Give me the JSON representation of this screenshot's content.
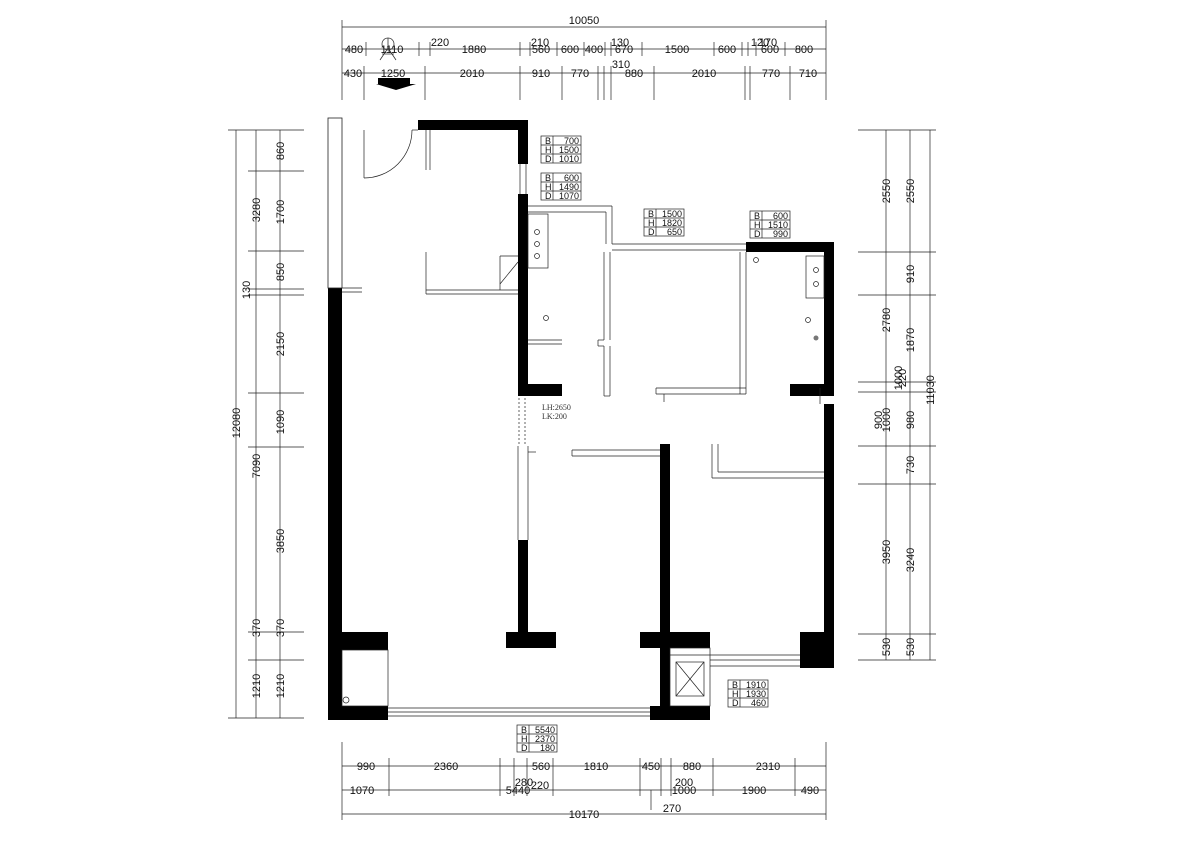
{
  "dimensions": {
    "top_total": "10050",
    "top_row1": [
      "480",
      "1110",
      "220",
      "1880",
      "210",
      "560",
      "600",
      "400",
      "130",
      "670",
      "1500",
      "600",
      "120",
      "170",
      "600",
      "800"
    ],
    "top_row2": [
      "430",
      "1250",
      "2010",
      "910",
      "770",
      "310",
      "880",
      "2010",
      "770",
      "710"
    ],
    "left_outer_total": "12080",
    "left_outer": [
      "3280",
      "130",
      "7090",
      "1210"
    ],
    "left_inner": [
      "860",
      "1700",
      "850",
      "2150",
      "1090",
      "3850",
      "370",
      "370",
      "1210"
    ],
    "right_inner": [
      "2550",
      "2780",
      "1000",
      "900",
      "3950",
      "530"
    ],
    "right_outer": [
      "2550",
      "910",
      "1870",
      "220",
      "980",
      "730",
      "3240",
      "530"
    ],
    "right_total": "11030",
    "right_mid_extra": "1000",
    "bottom_row1": [
      "990",
      "2360",
      "280",
      "560",
      "1810",
      "450",
      "200",
      "880",
      "2310"
    ],
    "bottom_row2": [
      "1070",
      "5440",
      "220",
      "1000",
      "1900",
      "490"
    ],
    "bottom_total": "10170",
    "bottom_extra": "270"
  },
  "tags": [
    {
      "b": "700",
      "h": "1500",
      "d": "1010"
    },
    {
      "b": "600",
      "h": "1490",
      "d": "1070"
    },
    {
      "b": "1500",
      "h": "1820",
      "d": "650"
    },
    {
      "b": "600",
      "h": "1510",
      "d": "990"
    },
    {
      "b": "1910",
      "h": "1930",
      "d": "460"
    },
    {
      "b": "5540",
      "h": "2370",
      "d": "180"
    }
  ],
  "tag_letters": {
    "b": "B",
    "h": "H",
    "d": "D"
  },
  "notes": {
    "lh": "LH:2650",
    "lk": "LK:200"
  }
}
